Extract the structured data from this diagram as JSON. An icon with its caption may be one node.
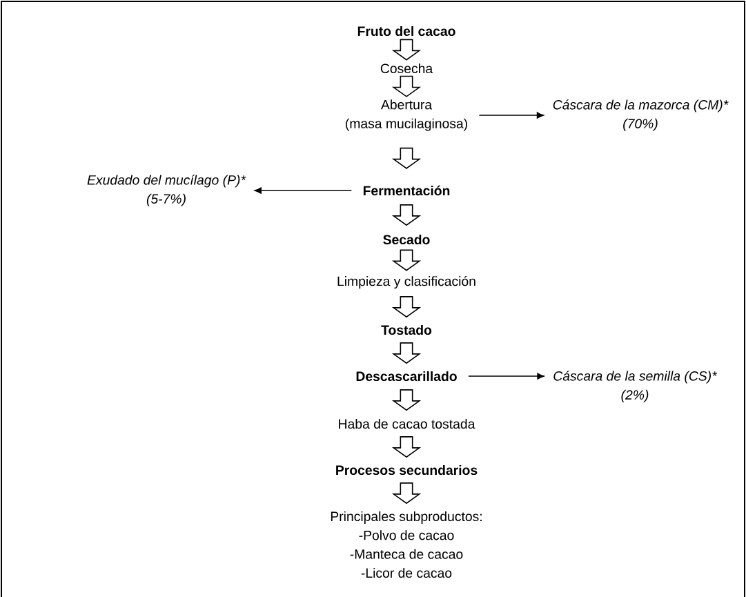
{
  "diagram": {
    "nodes": [
      {
        "text": [
          "Fruto del cacao"
        ]
      },
      {
        "text": [
          "Cosecha"
        ]
      },
      {
        "text": [
          "Abertura",
          "(masa mucilaginosa)"
        ]
      },
      {
        "text": [
          "Cáscara de la mazorca (CM)*",
          "(70%)"
        ]
      },
      {
        "text": [
          "Fermentación"
        ]
      },
      {
        "text": [
          "Exudado del mucílago (P)*",
          "(5-7%)"
        ]
      },
      {
        "text": [
          "Secado"
        ]
      },
      {
        "text": [
          "Limpieza y clasificación"
        ]
      },
      {
        "text": [
          "Tostado"
        ]
      },
      {
        "text": [
          "Descascarillado"
        ]
      },
      {
        "text": [
          "Cáscara de la semilla (CS)*",
          "(2%)"
        ]
      },
      {
        "text": [
          "Haba de cacao tostada"
        ]
      },
      {
        "text": [
          "Procesos secundarios"
        ]
      },
      {
        "text": [
          "Principales subproductos:",
          "-Polvo de cacao",
          "-Manteca de cacao",
          "-Licor de cacao"
        ]
      }
    ],
    "edges": [
      {
        "from": 0,
        "to": 1,
        "arrow": "to"
      },
      {
        "from": 1,
        "to": 2,
        "arrow": "to"
      },
      {
        "from": 2,
        "to": 3,
        "arrow": "to"
      },
      {
        "from": 2,
        "to": 4,
        "arrow": "to"
      },
      {
        "from": 4,
        "to": 5,
        "arrow": "to"
      },
      {
        "from": 4,
        "to": 6,
        "arrow": "to"
      },
      {
        "from": 6,
        "to": 7,
        "arrow": "to"
      },
      {
        "from": 7,
        "to": 8,
        "arrow": "to"
      },
      {
        "from": 8,
        "to": 9,
        "arrow": "to"
      },
      {
        "from": 9,
        "to": 10,
        "arrow": "to"
      },
      {
        "from": 9,
        "to": 11,
        "arrow": "to"
      },
      {
        "from": 11,
        "to": 12,
        "arrow": "to"
      },
      {
        "from": 12,
        "to": 13,
        "arrow": "to"
      }
    ]
  }
}
